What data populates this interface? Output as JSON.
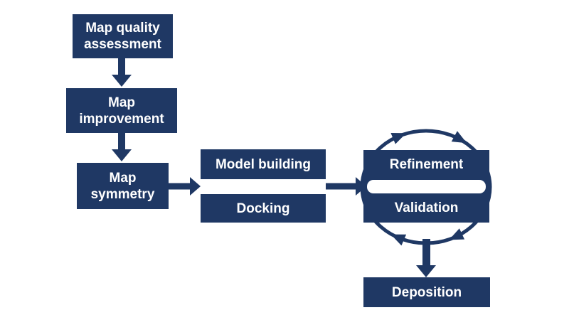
{
  "palette": {
    "box_fill": "#1f3864",
    "arrow_color": "#1f3864",
    "label_text": "#ffffff",
    "background": "#ffffff"
  },
  "nodes": {
    "map_quality_assessment": {
      "label": "Map quality\nassessment"
    },
    "map_improvement": {
      "label": "Map\nimprovement"
    },
    "map_symmetry": {
      "label": "Map\nsymmetry"
    },
    "model_building": {
      "label": "Model building"
    },
    "docking": {
      "label": "Docking"
    },
    "refinement": {
      "label": "Refinement"
    },
    "validation": {
      "label": "Validation"
    },
    "deposition": {
      "label": "Deposition"
    }
  },
  "edges": [
    {
      "from": "map_quality_assessment",
      "to": "map_improvement",
      "type": "arrow-down"
    },
    {
      "from": "map_improvement",
      "to": "map_symmetry",
      "type": "arrow-down"
    },
    {
      "from": "map_symmetry",
      "to": "model_building_and_docking",
      "type": "arrow-right"
    },
    {
      "from": "model_building_and_docking",
      "to": "refinement_and_validation",
      "type": "arrow-right"
    },
    {
      "from": "refinement_and_validation",
      "to": "deposition",
      "type": "arrow-down"
    },
    {
      "between": [
        "refinement",
        "validation"
      ],
      "type": "cycle",
      "direction": "clockwise"
    }
  ]
}
